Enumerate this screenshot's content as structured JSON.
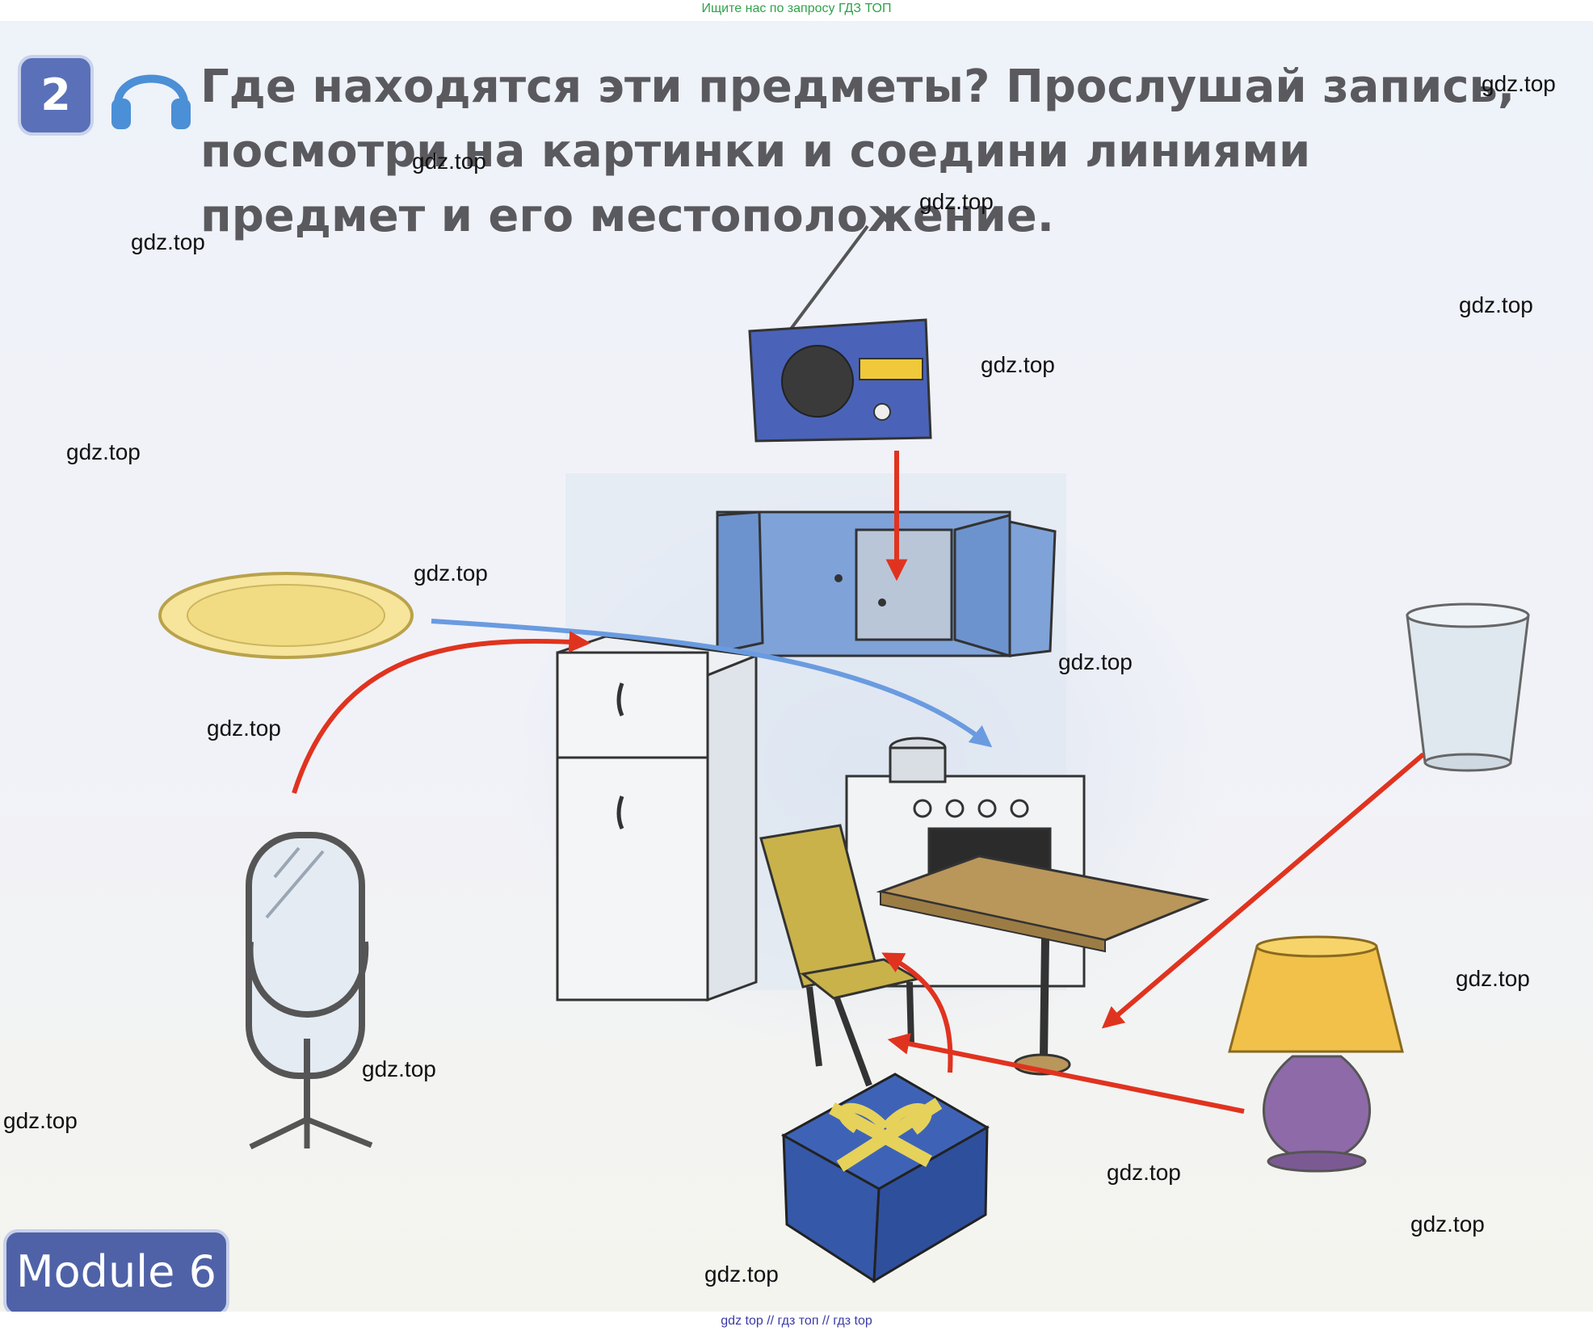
{
  "banner": {
    "top": "Ищите нас по запросу ГДЗ ТОП",
    "bottom": "gdz top  //  гдз топ  //  гдз top"
  },
  "exercise": {
    "number": "2",
    "title": "Где находятся эти предметы? Прослушай запись, посмотри на картинки и соедини линиями предмет и его местоположение."
  },
  "module_label": "Module 6",
  "watermark": "gdz.top",
  "objects": [
    "radio-icon",
    "plate-icon",
    "glass-icon",
    "mirror-icon",
    "lamp-icon",
    "gift-box-icon",
    "cupboard",
    "fridge",
    "cooker",
    "table",
    "chair"
  ],
  "colors": {
    "badge": "#5a70b8",
    "arrow_red": "#e0331f",
    "arrow_blue": "#6a9be0",
    "title_text": "#5a5a5e",
    "top_banner": "#2fa34a",
    "bottom_banner": "#3b3aa8"
  }
}
